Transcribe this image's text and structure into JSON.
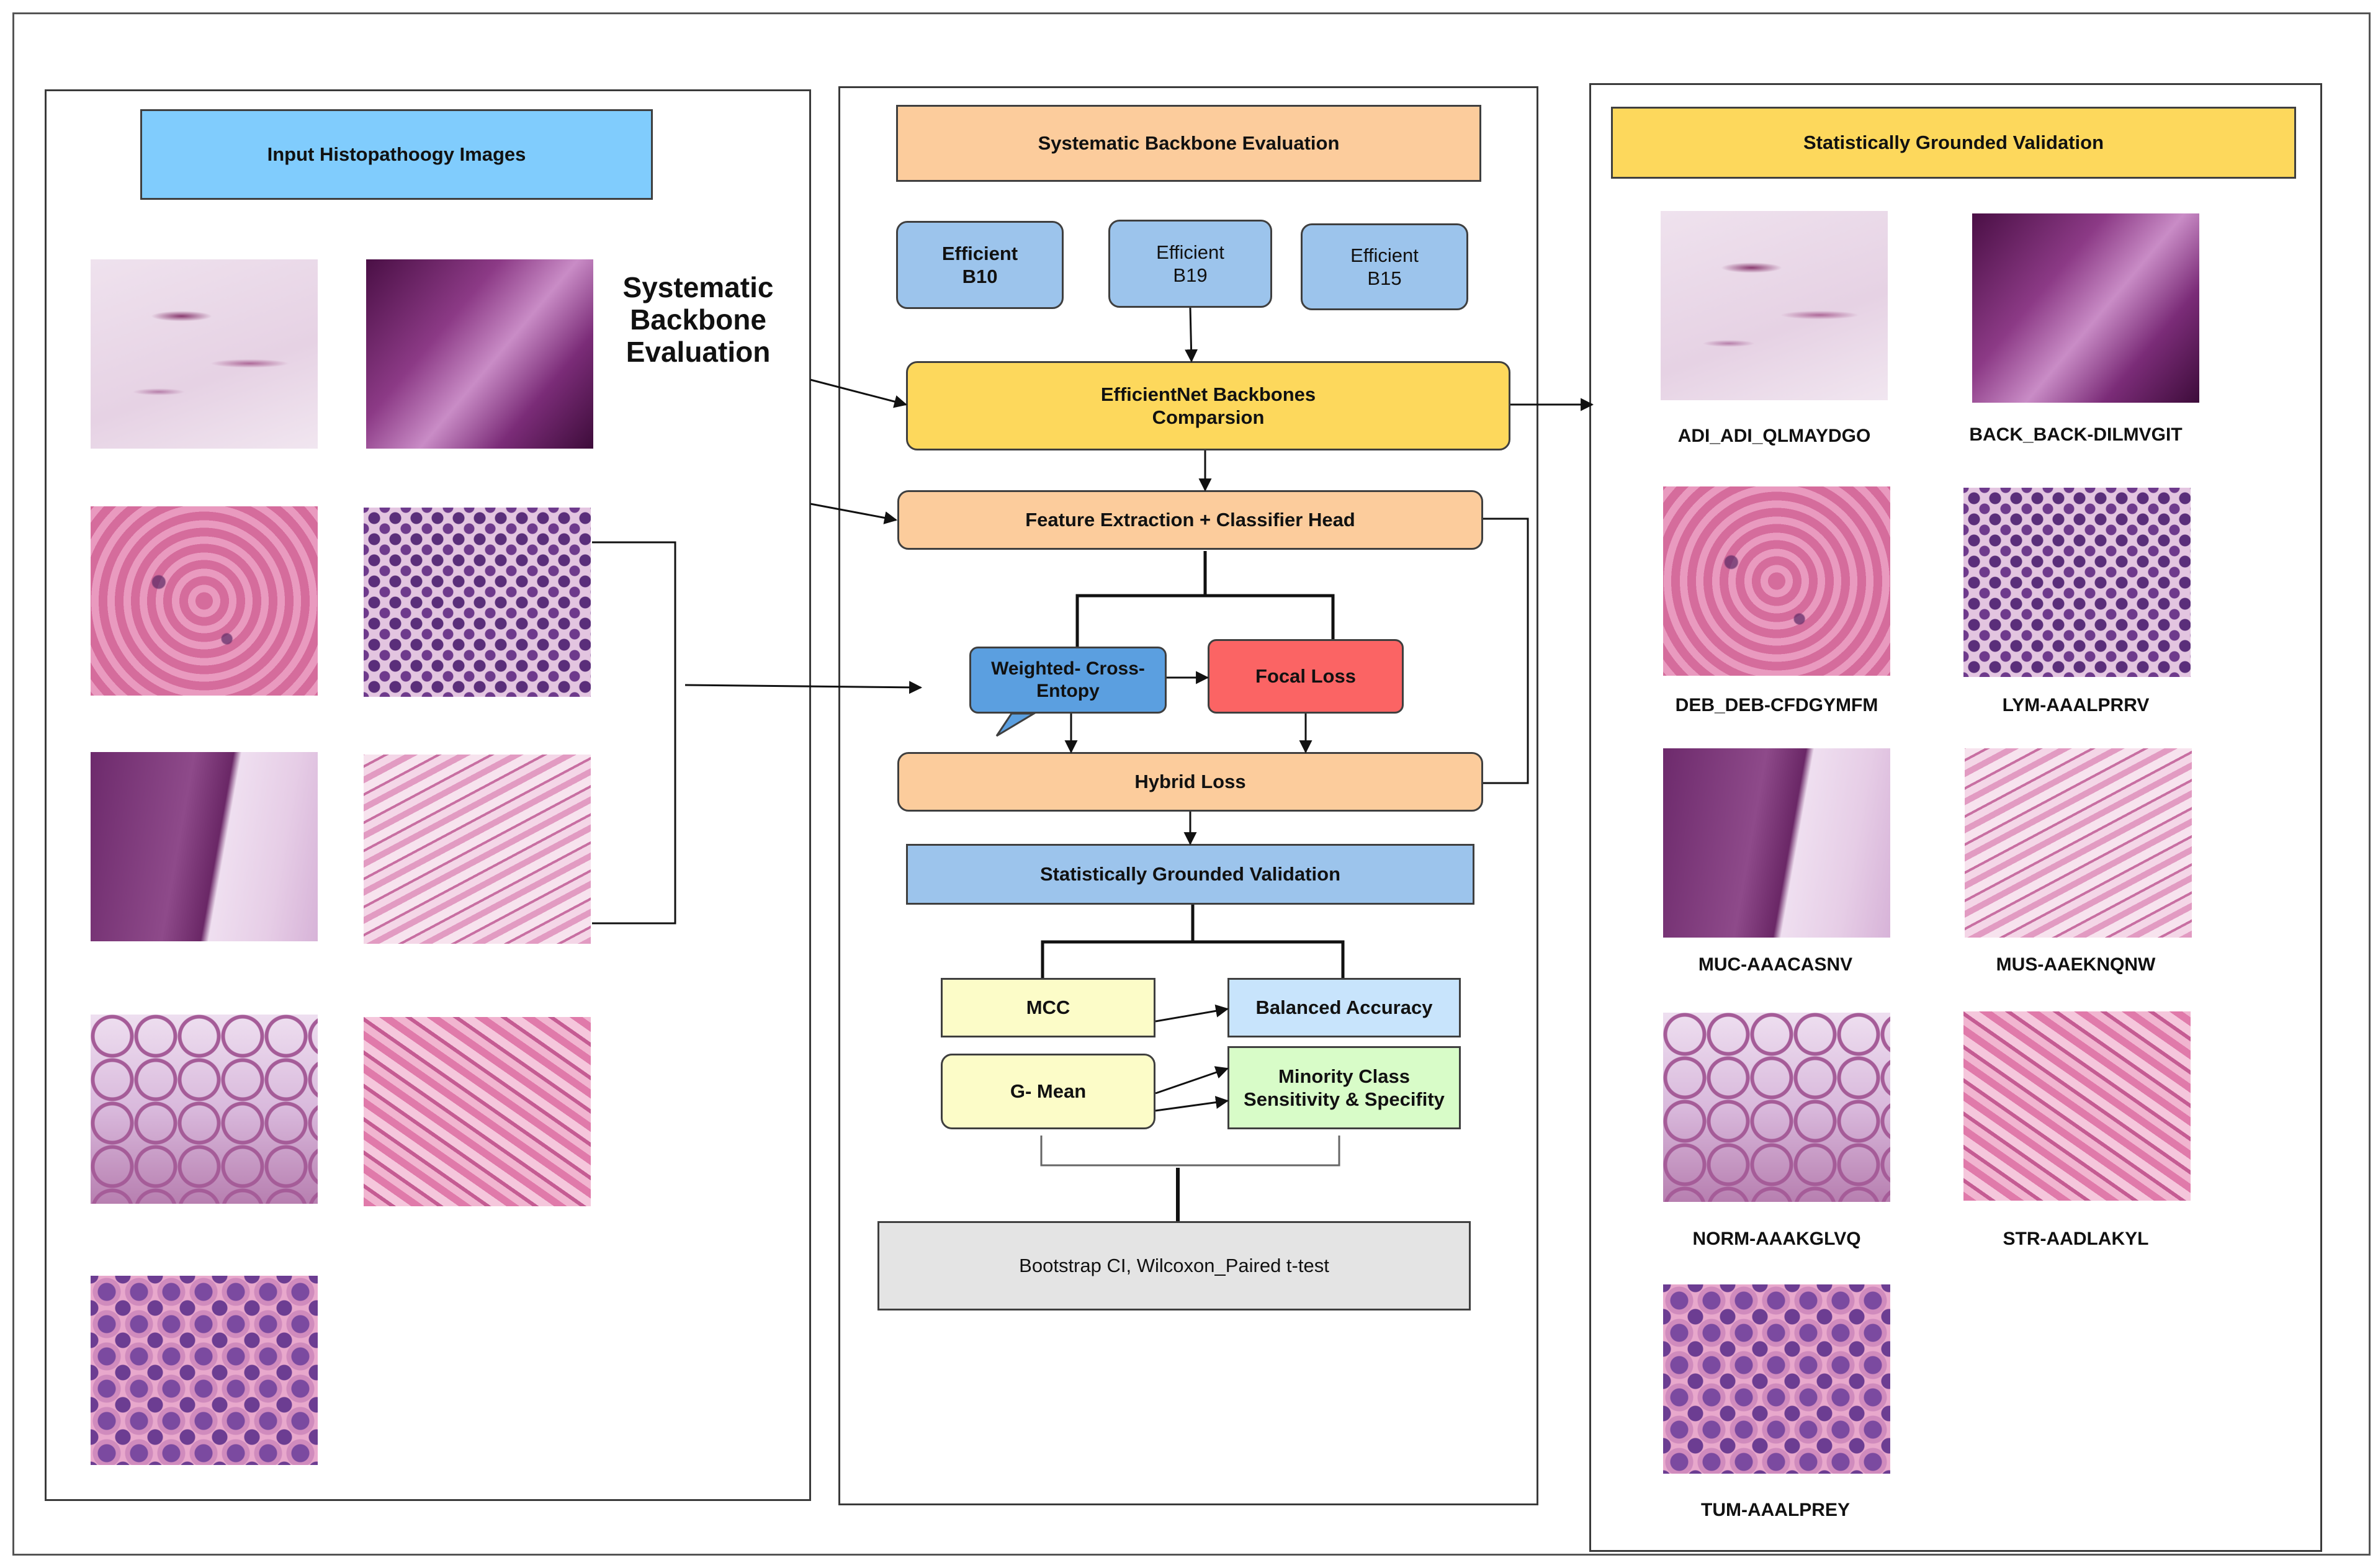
{
  "left_panel": {
    "title": "Input Histopathoogy Images",
    "side_label_line1": "Systematic",
    "side_label_line2": "Backbone",
    "side_label_line3": "Evaluation"
  },
  "middle_panel": {
    "title": "Systematic Backbone Evaluation",
    "b10": {
      "line1": "Efficient",
      "line2": "B10"
    },
    "b19": {
      "line1": "Efficient",
      "line2": "B19"
    },
    "b15": {
      "line1": "Efficient",
      "line2": "B15"
    },
    "comparison": {
      "line1": "EfficientNet Backbones",
      "line2": "Comparsion"
    },
    "feature_extraction": "Feature Extraction + Classifier Head",
    "weighted_ce": {
      "line1": "Weighted- Cross-",
      "line2": "Entopy"
    },
    "focal_loss": "Focal Loss",
    "hybrid_loss": "Hybrid Loss",
    "validation": "Statistically Grounded Validation",
    "mcc": "MCC",
    "balanced_accuracy": "Balanced Accuracy",
    "g_mean": "G- Mean",
    "minority": {
      "line1": "Minority Class",
      "line2": "Sensitivity & Specifity"
    },
    "bootstrap": "Bootstrap CI, Wilcoxon_Paired t-test"
  },
  "right_panel": {
    "title": "Statistically Grounded Validation",
    "captions": [
      "ADI_ADI_QLMAYDGO",
      "BACK_BACK-DILMVGIT",
      "DEB_DEB-CFDGYMFM",
      "LYM-AAALPRRV",
      "MUC-AAACASNV",
      "MUS-AAEKNQNW",
      "NORM-AAAKGLVQ",
      "STR-AADLAKYL",
      "TUM-AAALPREY"
    ]
  },
  "colors": {
    "blue_title": "#80ccfd",
    "peach": "#fccc9c",
    "gold": "#fdd85c",
    "light_blue": "#9cc4ec",
    "weighted_blue": "#5b9fe0",
    "focal_red": "#fb6464",
    "pale_yellow": "#fcfcc8",
    "pale_sky": "#c8e4fc",
    "pale_green": "#d8fcc8",
    "gray": "#e4e4e4"
  }
}
